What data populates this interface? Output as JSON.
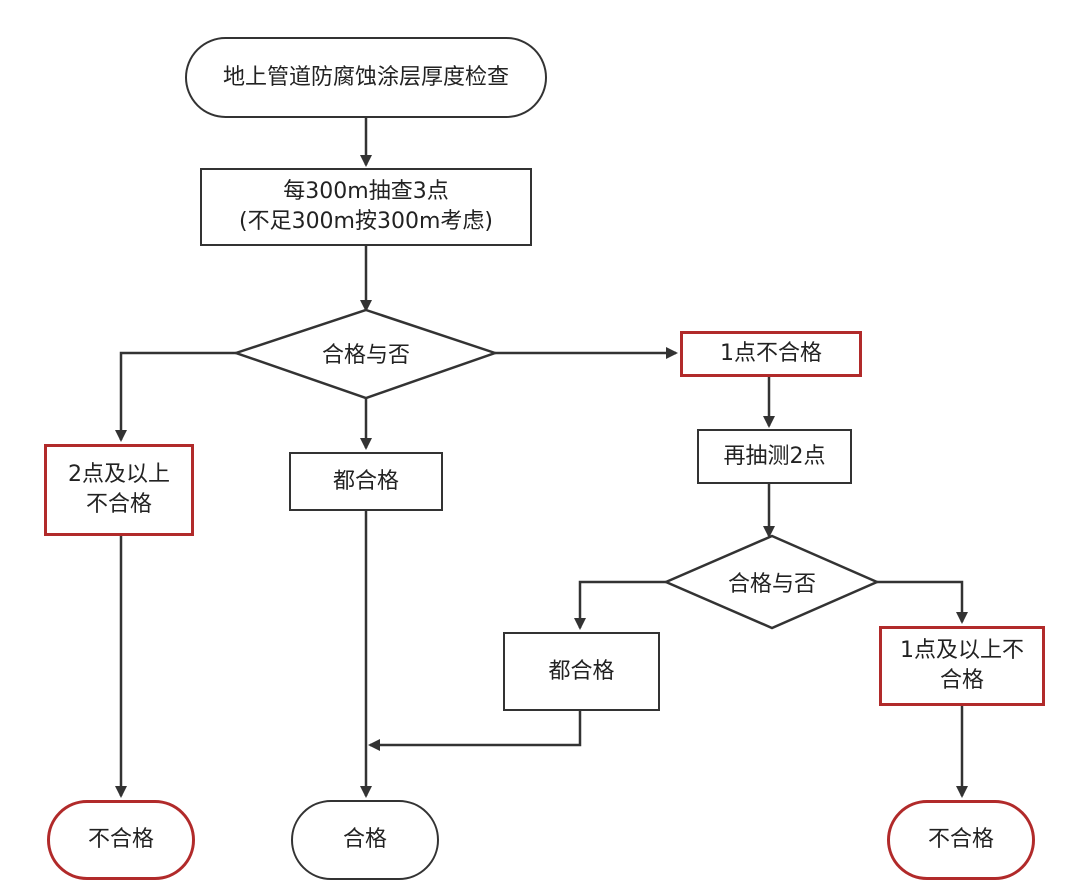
{
  "colors": {
    "line": "#333333",
    "alert_border": "#b12a2a",
    "background": "#ffffff"
  },
  "nodes": {
    "start": "地上管道防腐蚀涂层厚度检查",
    "sample_line1": "每300m抽查3点",
    "sample_line2": "(不足300m按300m考虑)",
    "decision1": "合格与否",
    "one_fail": "1点不合格",
    "resample": "再抽测2点",
    "two_fail_line1": "2点及以上",
    "two_fail_line2": "不合格",
    "all_pass1": "都合格",
    "decision2": "合格与否",
    "all_pass2": "都合格",
    "one_or_more_fail_line1": "1点及以上不",
    "one_or_more_fail_line2": "合格",
    "end_fail_left": "不合格",
    "end_pass": "合格",
    "end_fail_right": "不合格"
  }
}
